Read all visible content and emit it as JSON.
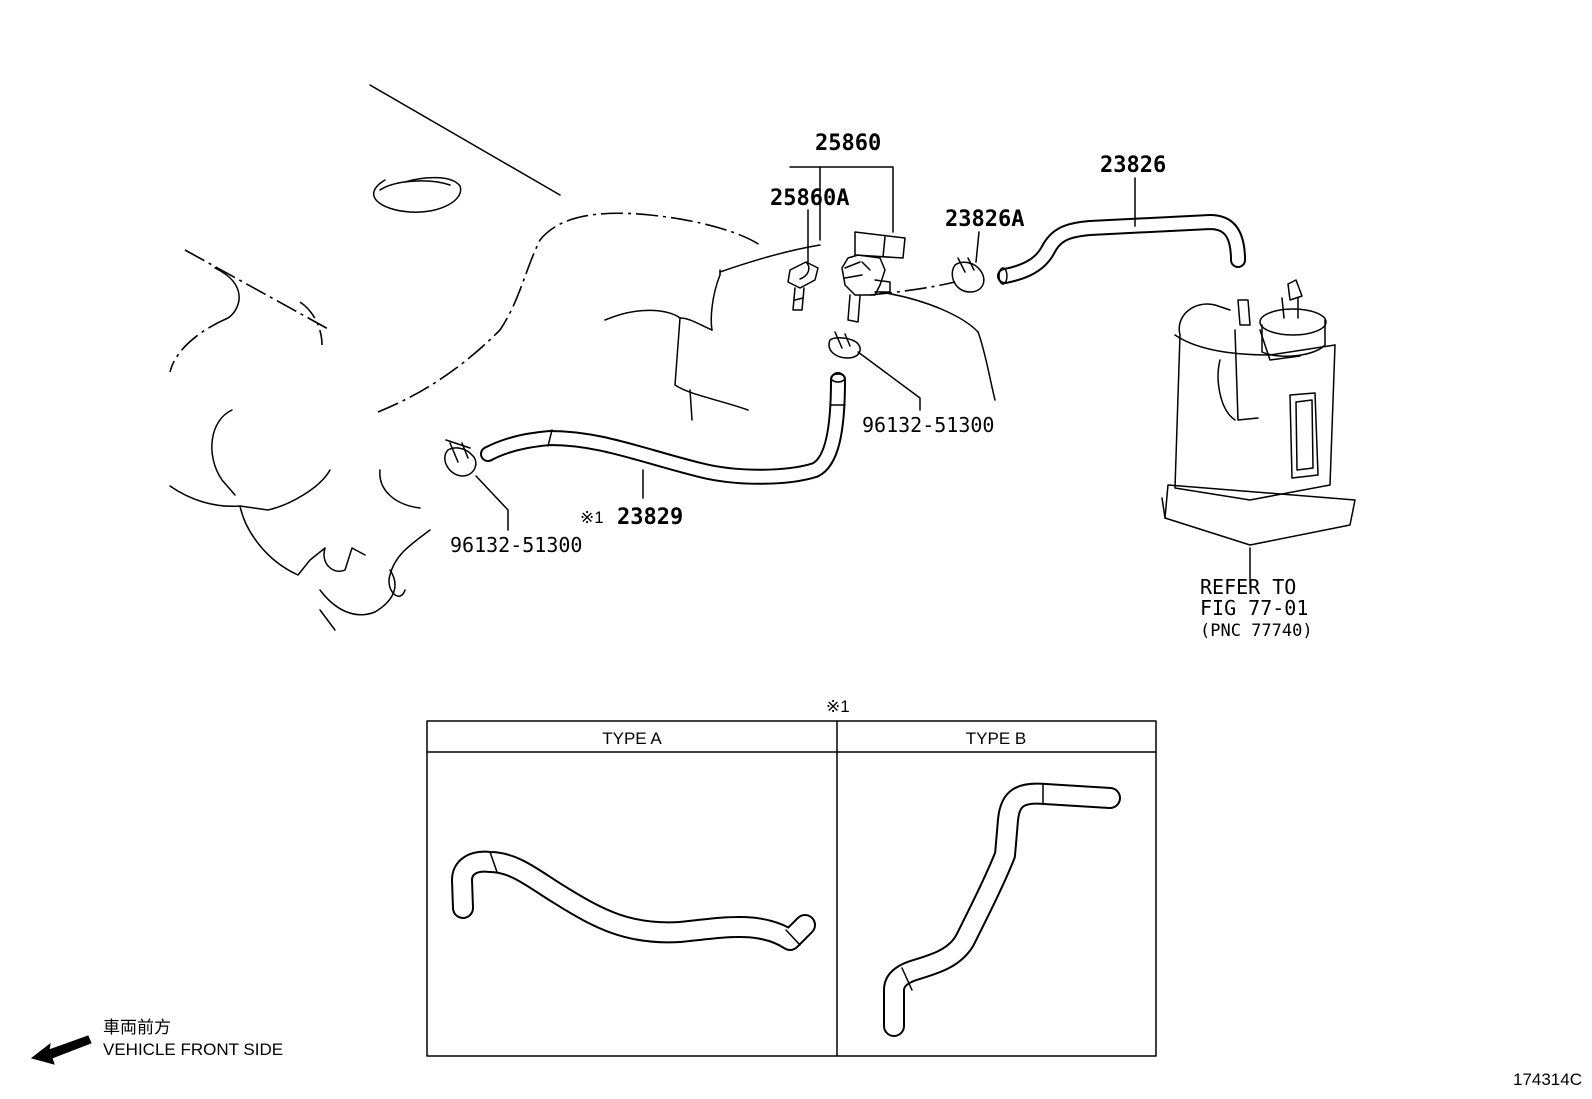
{
  "labels": {
    "p25860": "25860",
    "p25860a": "25860A",
    "p23826": "23826",
    "p23826a": "23826A",
    "p96132_right": "96132-51300",
    "p96132_left": "96132-51300",
    "note_mark": "※1",
    "p23829": "23829",
    "refer_line1": "REFER TO",
    "refer_line2": "FIG 77-01",
    "refer_line3": "(PNC 77740)"
  },
  "type_table": {
    "marker": "※1",
    "type_a": "TYPE A",
    "type_b": "TYPE B"
  },
  "direction": {
    "japanese": "車両前方",
    "english": "VEHICLE FRONT SIDE"
  },
  "figure_id": "174314C"
}
